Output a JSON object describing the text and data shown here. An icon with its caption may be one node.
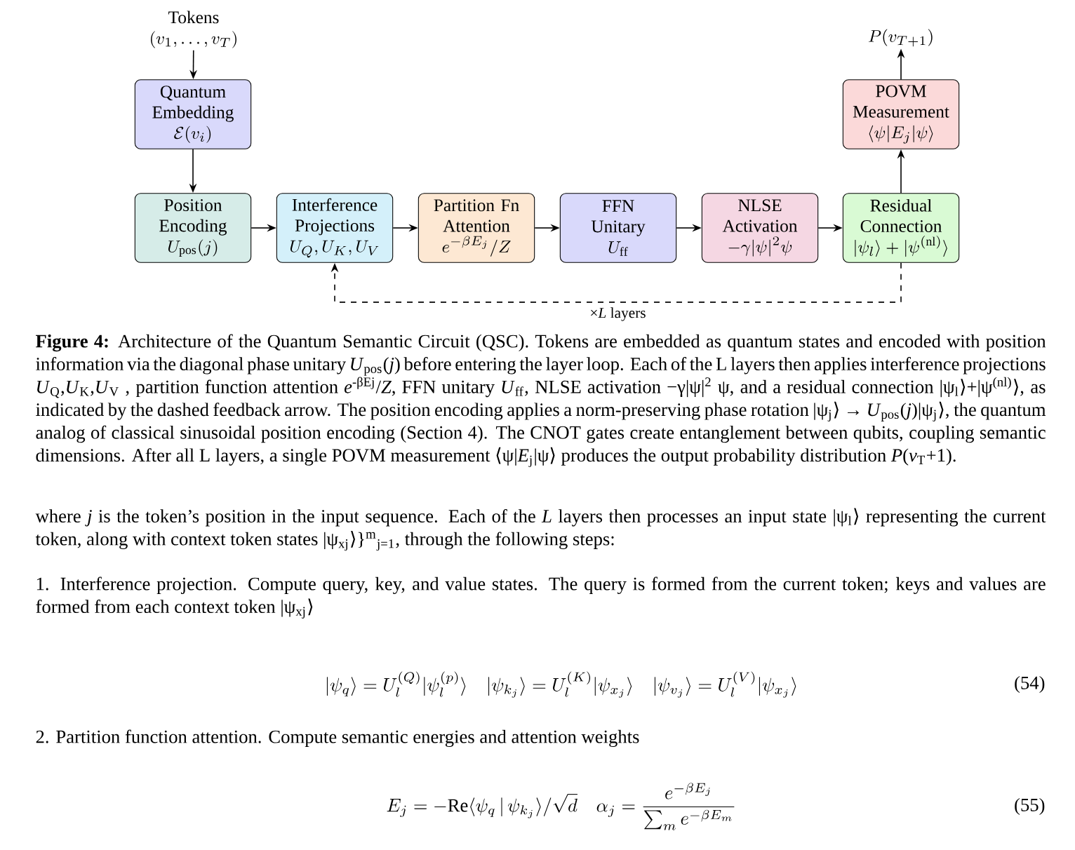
{
  "diagram": {
    "caption": "**Figure 4:** Architecture of the Quantum Semantic Circuit (QSC). Tokens are embedded as quantum states and encoded with position information via the diagonal phase unitary *U*$_{pos}$(*j*) before entering the layer loop. Each of the L layers then applies interference projections *U*$_{Q}$,*U*$_{K}$,*U*$_{V}$ , partition function attention *e*$^{-βEj}$/*Z*, FFN unitary *U*$_{ff}$, NLSE activation −γ|ψ|$^{2}$ ψ, and a residual connection |ψ$_{l}$⟩+|ψ$^{(nl)}$⟩, as indicated by the dashed feedback arrow. The position encoding applies a norm-preserving phase rotation |ψ$_{j}$⟩ → *U*$_{pos}$(*j*)|ψ$_{j}$⟩, the quantum analog of classical sinusoidal position encoding (Section 4). The CNOT gates create entanglement between qubits, coupling semantic dimensions. After all L layers, a single POVM measurement ⟨ψ|*E*$_{j}$|ψ⟩ produces the output probability distribution *P*(*v*$_{T}$+1).",
    "nodes": [
      {
        "text": [
          "Tokens",
          "(v_1, \\ldots, v_T)"
        ]
      },
      {
        "text": [
          "Quantum Embedding",
          "\\mathcal{E}(v_i)"
        ]
      },
      {
        "text": [
          "Position Encoding",
          "U_{\\mathrm{pos}}(j)"
        ]
      },
      {
        "text": [
          "Interference Projections",
          "U_Q, U_K, U_V"
        ]
      },
      {
        "text": [
          "Partition Fn Attention",
          "e^{-\\beta E_j}/Z"
        ]
      },
      {
        "text": [
          "FFN Unitary",
          "U_{\\mathrm{ff}}"
        ]
      },
      {
        "text": [
          "NLSE Activation",
          "-\\gamma|\\psi|^2\\psi"
        ]
      },
      {
        "text": [
          "Residual Connection",
          "|\\psi_l\\rangle + |\\psi^{(\\mathrm{nl})}\\rangle"
        ]
      },
      {
        "text": [
          "POVM Measurement",
          "\\langle\\psi|E_j|\\psi\\rangle"
        ]
      },
      {
        "text": [
          "P(v_{T+1})"
        ]
      }
    ],
    "edges": [
      {
        "from": 0,
        "to": 1,
        "arrow": "to"
      },
      {
        "from": 1,
        "to": 2,
        "arrow": "to"
      },
      {
        "from": 2,
        "to": 3,
        "arrow": "to"
      },
      {
        "from": 3,
        "to": 4,
        "arrow": "to"
      },
      {
        "from": 4,
        "to": 5,
        "arrow": "to"
      },
      {
        "from": 5,
        "to": 6,
        "arrow": "to"
      },
      {
        "from": 6,
        "to": 7,
        "arrow": "to"
      },
      {
        "from": 7,
        "to": 8,
        "arrow": "to"
      },
      {
        "from": 8,
        "to": 9,
        "arrow": "to"
      },
      {
        "from": 7,
        "to": 3,
        "arrow": "to",
        "style": "dashed",
        "label": "×*L* layers"
      }
    ],
    "labels": [
      "where *j* is the token’s position in the input sequence. Each of the *L* layers then processes an input state |ψ$_{l}$⟩ representing the current token, along with context token states |ψ$_{xj}$⟩}$^{m}$$_{j=1}$, through the following steps:",
      "1. Interference projection. Compute query, key, and value states. The query is formed from the current token; keys and values are formed from each context token |ψ$_{xj}$⟩",
      "|\\psi_q\\rangle = U_l^{(Q)}|\\psi_l^{(p)}\\rangle \\quad |\\psi_{k_j}\\rangle = U_l^{(K)}|\\psi_{x_j}\\rangle \\quad |\\psi_{v_j}\\rangle = U_l^{(V)}|\\psi_{x_j}\\rangle",
      "(54)",
      "2. Partition function attention. Compute semantic energies and attention weights",
      "E_j = -\\mathrm{Re}\\langle\\psi_q\\,|\\,\\psi_{k_j}\\rangle/\\sqrt{d} \\quad \\alpha_j = \\frac{e^{-\\beta E_j}}{\\sum_m e^{-\\beta E_m}}",
      "(55)"
    ]
  }
}
